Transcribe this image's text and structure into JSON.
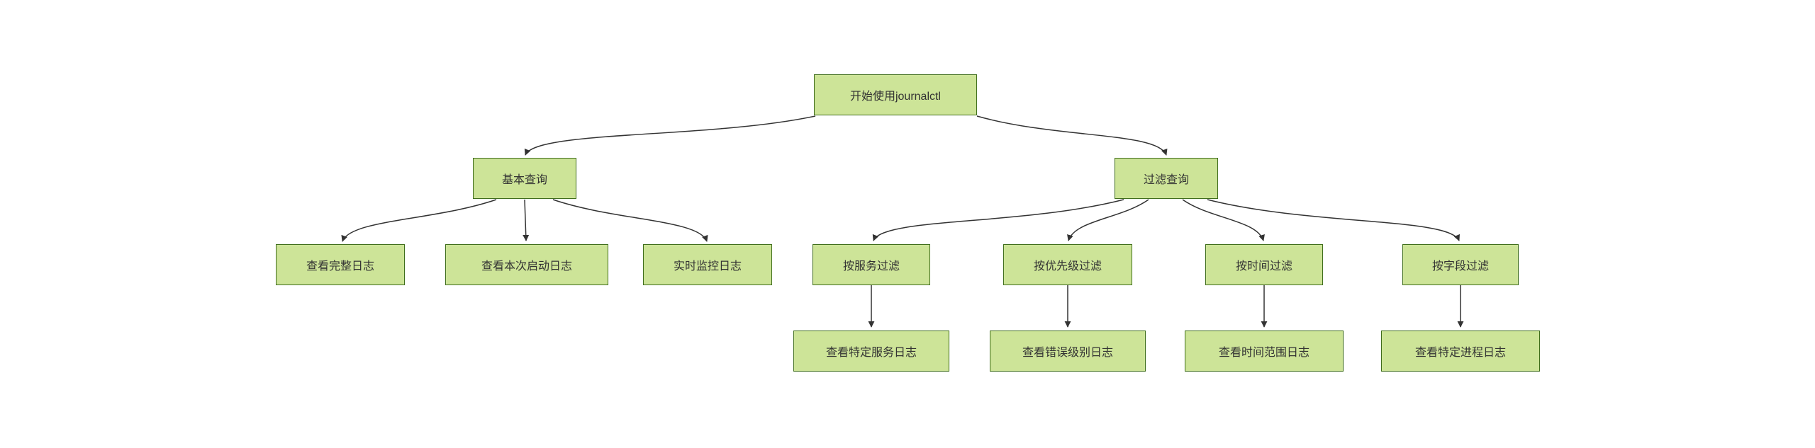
{
  "diagram": {
    "type": "flowchart",
    "direction": "top-down",
    "colors": {
      "node_fill": "#cde498",
      "node_border": "#3f6d1c",
      "edge": "#333333",
      "text": "#333333",
      "background": "#ffffff"
    },
    "nodes": {
      "root": {
        "label": "开始使用journalctl"
      },
      "basic": {
        "label": "基本查询"
      },
      "filter": {
        "label": "过滤查询"
      },
      "full_log": {
        "label": "查看完整日志"
      },
      "boot_log": {
        "label": "查看本次启动日志"
      },
      "realtime_log": {
        "label": "实时监控日志"
      },
      "by_service": {
        "label": "按服务过滤"
      },
      "by_priority": {
        "label": "按优先级过滤"
      },
      "by_time": {
        "label": "按时间过滤"
      },
      "by_field": {
        "label": "按字段过滤"
      },
      "service_log": {
        "label": "查看特定服务日志"
      },
      "error_log": {
        "label": "查看错误级别日志"
      },
      "time_range_log": {
        "label": "查看时间范围日志"
      },
      "process_log": {
        "label": "查看特定进程日志"
      }
    },
    "edges": [
      {
        "from": "root",
        "to": "basic"
      },
      {
        "from": "root",
        "to": "filter"
      },
      {
        "from": "basic",
        "to": "full_log"
      },
      {
        "from": "basic",
        "to": "boot_log"
      },
      {
        "from": "basic",
        "to": "realtime_log"
      },
      {
        "from": "filter",
        "to": "by_service"
      },
      {
        "from": "filter",
        "to": "by_priority"
      },
      {
        "from": "filter",
        "to": "by_time"
      },
      {
        "from": "filter",
        "to": "by_field"
      },
      {
        "from": "by_service",
        "to": "service_log"
      },
      {
        "from": "by_priority",
        "to": "error_log"
      },
      {
        "from": "by_time",
        "to": "time_range_log"
      },
      {
        "from": "by_field",
        "to": "process_log"
      }
    ]
  }
}
